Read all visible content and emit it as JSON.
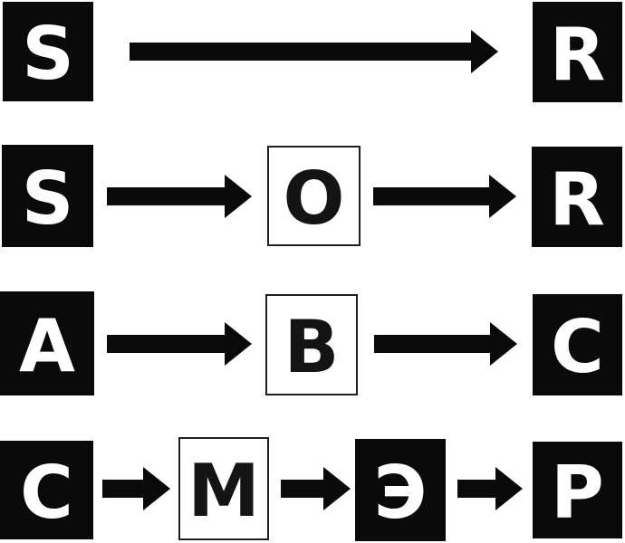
{
  "colors": {
    "background": "#ffffff",
    "dark_box_fill": "#0a0a0a",
    "dark_box_letter": "#ffffff",
    "light_box_fill": "#ffffff",
    "light_box_border": "#1f1f1f",
    "light_box_letter": "#141414",
    "arrow": "#0a0a0a"
  },
  "rows": [
    {
      "nodes": [
        {
          "label": "S",
          "variant": "dark"
        },
        {
          "label": "R",
          "variant": "dark"
        }
      ]
    },
    {
      "nodes": [
        {
          "label": "S",
          "variant": "dark"
        },
        {
          "label": "O",
          "variant": "light"
        },
        {
          "label": "R",
          "variant": "dark"
        }
      ]
    },
    {
      "nodes": [
        {
          "label": "A",
          "variant": "dark"
        },
        {
          "label": "B",
          "variant": "light"
        },
        {
          "label": "C",
          "variant": "dark"
        }
      ]
    },
    {
      "nodes": [
        {
          "label": "С",
          "variant": "dark"
        },
        {
          "label": "М",
          "variant": "light"
        },
        {
          "label": "Э",
          "variant": "dark"
        },
        {
          "label": "Р",
          "variant": "dark"
        }
      ]
    }
  ]
}
